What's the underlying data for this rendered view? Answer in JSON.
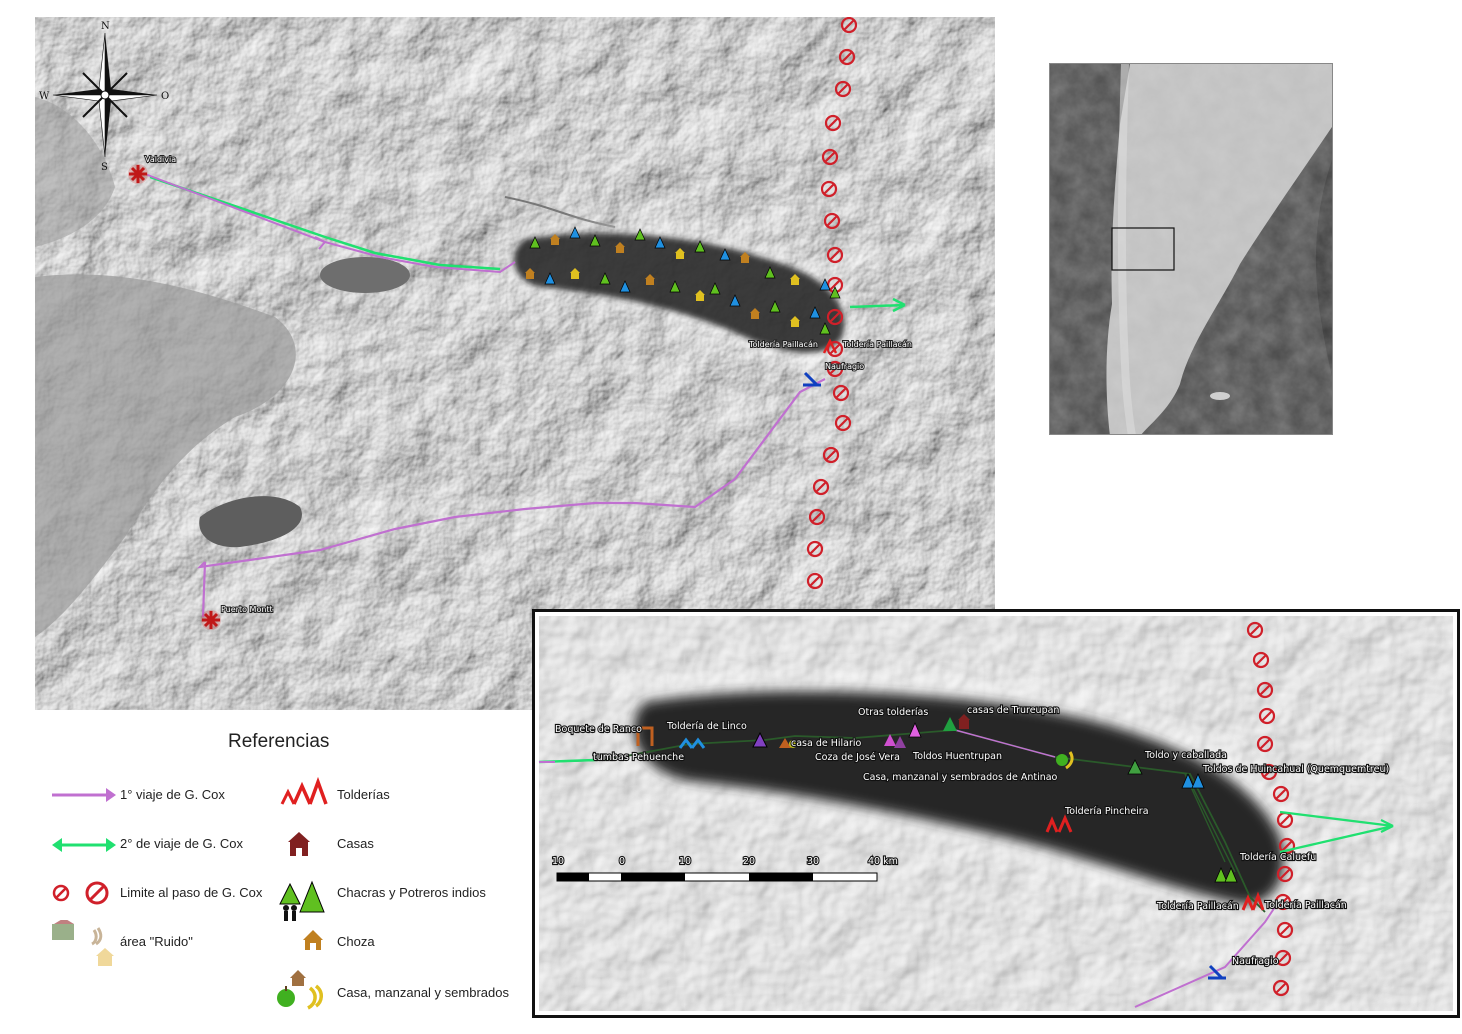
{
  "compass": {
    "n": "N",
    "s": "S",
    "w": "W",
    "e": "O"
  },
  "main_map": {
    "places": {
      "valdivia": "Valdivia",
      "puerto_montt": "Puerto Montt",
      "naufragio": "Naufragio",
      "tolderia_paillacan_1": "Toldería Paillacán",
      "tolderia_paillacan_2": "Toldería Paillacán"
    }
  },
  "inset_map": {
    "labels": {
      "boquete": "Boquete de Ranco",
      "tumbas": "tumbas Pehuenche",
      "linco": "Toldería de Linco",
      "hilario": "casa de Hilario",
      "jose_vera": "Coza de José Vera",
      "otras": "Otras tolderías",
      "trureupan": "casas de Trureupan",
      "huentrupan": "Toldos Huentrupan",
      "antinao": "Casa, manzanal y sembrados de Antinao",
      "toldo_caballada": "Toldo y caballada",
      "huincahual": "Toldos de Huincahual (Quemquemtreu)",
      "pincheira": "Toldería Pincheira",
      "caluefu": "Toldería Caluefu",
      "paillacan_a": "Toldería Paillacán",
      "paillacan_b": "Toldería Paillacán",
      "naufragio": "Naufragio"
    },
    "scale": {
      "t0": "10",
      "t1": "0",
      "t2": "10",
      "t3": "20",
      "t4": "30",
      "t5": "40 km"
    }
  },
  "legend": {
    "title": "Referencias",
    "items": {
      "viaje1": "1° viaje de G. Cox",
      "viaje2": "2° de viaje de G. Cox",
      "limite": "Limite al paso de G. Cox",
      "ruido": "área \"Ruido\"",
      "tolderias": "Tolderías",
      "casas": "Casas",
      "chacras": "Chacras y Potreros indios",
      "choza": "Choza",
      "casa_manzanal": "Casa, manzanal y sembrados"
    }
  },
  "colors": {
    "viaje1": "#c070d0",
    "viaje2": "#20e070",
    "limite": "#d0202a",
    "tolderia": "#e02020",
    "chacra": "#60c020",
    "casa": "#802020",
    "choza": "#c08020",
    "blue_tent": "#2090e0"
  }
}
